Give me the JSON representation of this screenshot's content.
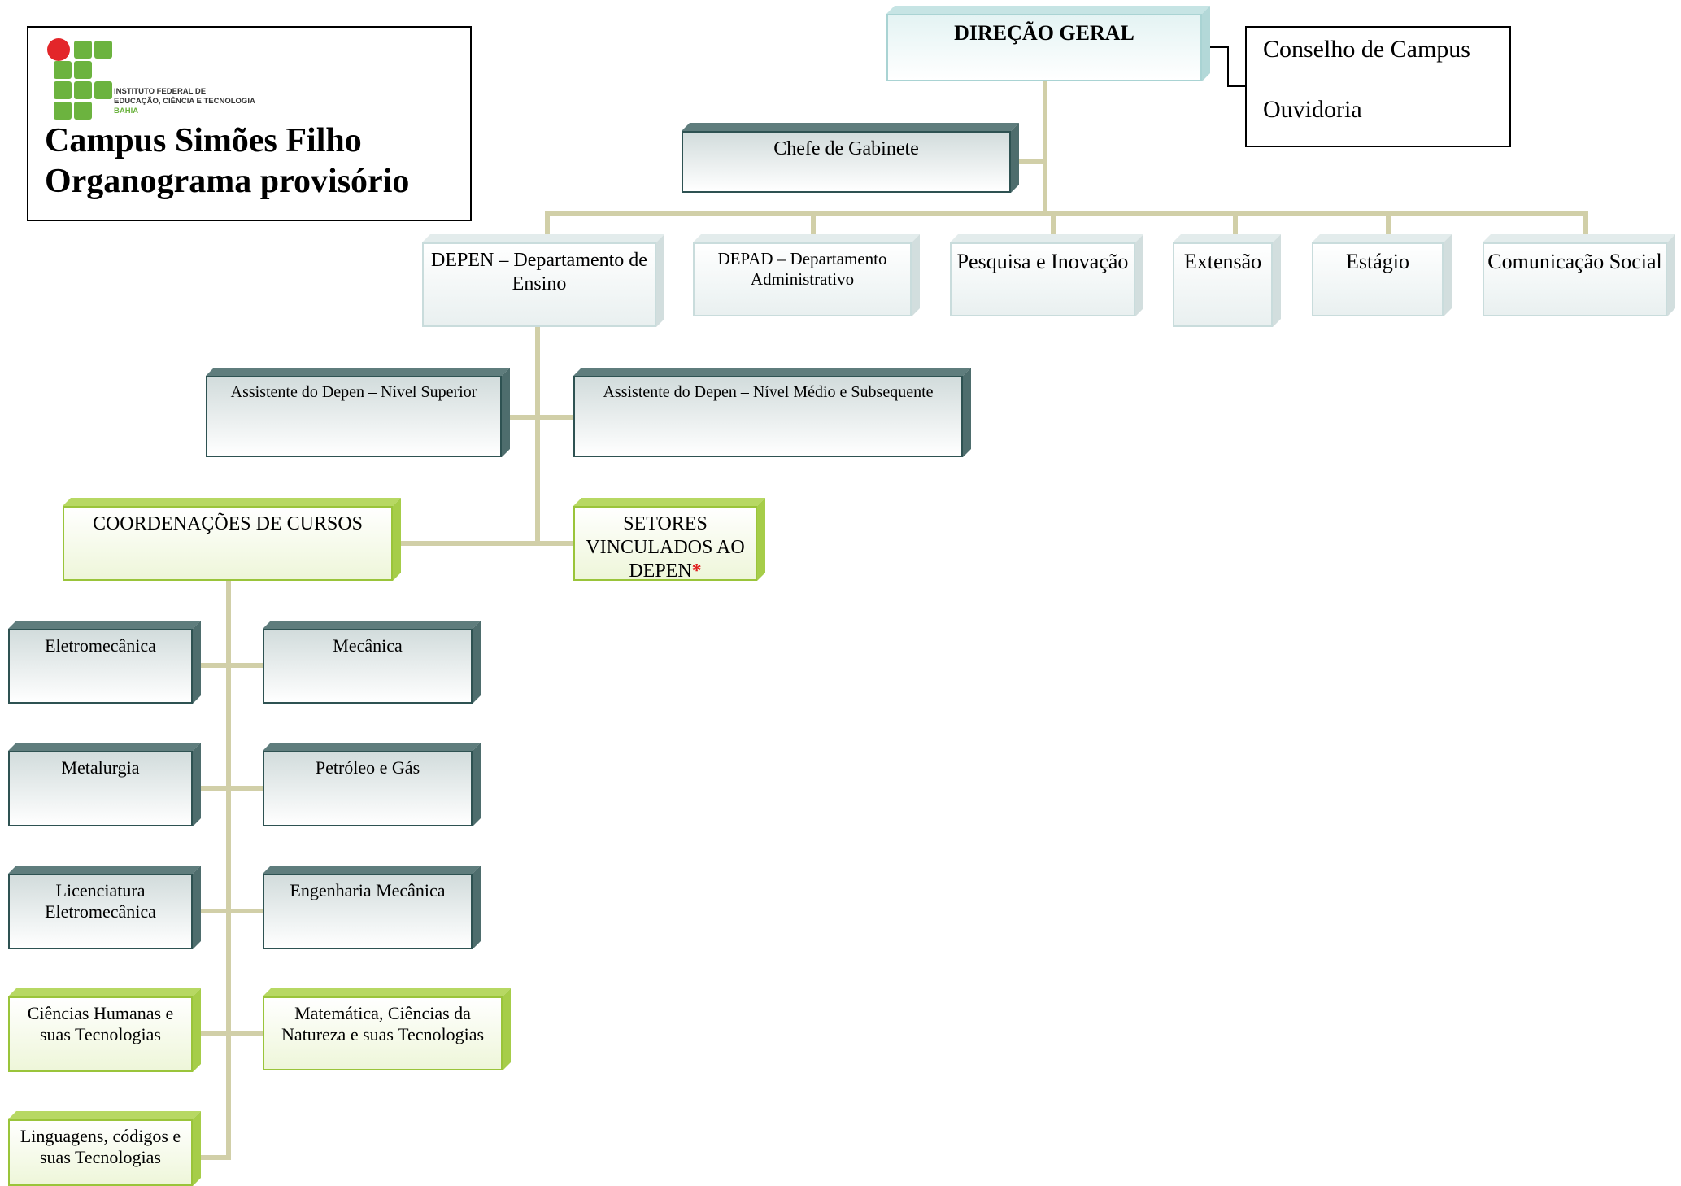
{
  "header": {
    "logo_text": [
      "INSTITUTO FEDERAL DE",
      "EDUCAÇÃO, CIÊNCIA E TECNOLOGIA",
      "BAHIA"
    ],
    "title_line1": "Campus Simões Filho",
    "title_line2": "Organograma provisório"
  },
  "council": {
    "items": [
      "Conselho de Campus",
      "Ouvidoria"
    ]
  },
  "nodes": {
    "direcao_geral": "DIREÇÃO GERAL",
    "chefe_gabinete": "Chefe de Gabinete",
    "depen": "DEPEN – Departamento de Ensino",
    "depad": "DEPAD – Departamento Administrativo",
    "pesquisa": "Pesquisa e Inovação",
    "extensao": "Extensão",
    "estagio": "Estágio",
    "comunicacao": "Comunicação Social",
    "assistente_superior": "Assistente do Depen – Nível Superior",
    "assistente_medio": "Assistente do Depen – Nível Médio e Subsequente",
    "coordenacoes": "COORDENAÇÕES DE CURSOS",
    "setores": "SETORES VINCULADOS AO DEPEN",
    "setores_mark": "*",
    "eletromecanica": "Eletromecânica",
    "mecanica": "Mecânica",
    "metalurgia": "Metalurgia",
    "petroleo": "Petróleo e Gás",
    "licenciatura": "Licenciatura Eletromecânica",
    "engenharia": "Engenharia Mecânica",
    "humanas": "Ciências Humanas e suas Tecnologias",
    "matematica": "Matemática, Ciências da Natureza e suas Tecnologias",
    "linguagens": "Linguagens, códigos e suas Tecnologias"
  },
  "colors": {
    "connector": "#d1cfa8",
    "dark_border": "#2e5252",
    "green_border": "#9ac43a",
    "light_border": "#c9dcdc",
    "logo_green": "#6cb33f",
    "logo_red": "#e3262a",
    "asterisk": "#e02020"
  }
}
